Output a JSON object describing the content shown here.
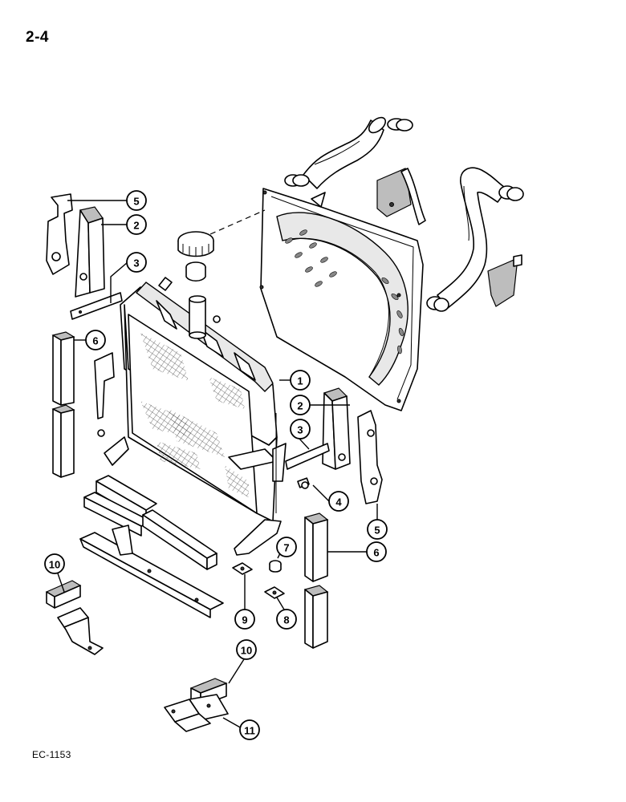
{
  "page_number": "2-4",
  "figure_code": "EC-1153",
  "callouts": {
    "c1": "1",
    "c2a": "2",
    "c2b": "2",
    "c3a": "3",
    "c3b": "3",
    "c4": "4",
    "c5a": "5",
    "c5b": "5",
    "c6a": "6",
    "c6b": "6",
    "c7": "7",
    "c8": "8",
    "c9": "9",
    "c10a": "10",
    "c10b": "10",
    "c11": "11"
  }
}
